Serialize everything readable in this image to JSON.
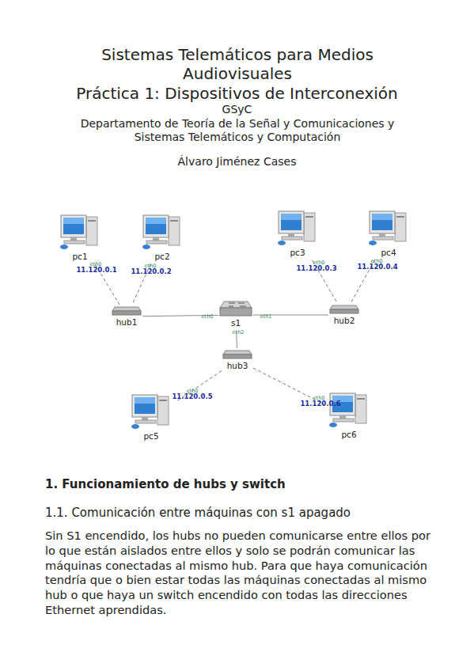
{
  "diagram": {
    "title": "Sistemas Telemáticos para Medios Audiovisuales",
    "nodes": [
      {
        "text": [
          "pc1"
        ]
      },
      {
        "text": [
          "pc2"
        ]
      },
      {
        "text": [
          "pc3"
        ]
      },
      {
        "text": [
          "pc4"
        ]
      },
      {
        "text": [
          "hub1"
        ]
      },
      {
        "text": [
          "s1"
        ]
      },
      {
        "text": [
          "hub2"
        ]
      },
      {
        "text": [
          "hub3"
        ]
      },
      {
        "text": [
          "pc5"
        ]
      },
      {
        "text": [
          "pc6"
        ]
      }
    ],
    "edges": [
      {
        "from": 0,
        "to": 4,
        "arrow": "none",
        "label": "11.120.0.1"
      },
      {
        "from": 1,
        "to": 4,
        "arrow": "none",
        "label": "11.120.0.2"
      },
      {
        "from": 4,
        "to": 5,
        "arrow": "none",
        "label": "eth0"
      },
      {
        "from": 5,
        "to": 6,
        "arrow": "none",
        "label": "eth1"
      },
      {
        "from": 2,
        "to": 6,
        "arrow": "none",
        "label": "11.120.0.3"
      },
      {
        "from": 3,
        "to": 6,
        "arrow": "none",
        "label": "11.120.0.4"
      },
      {
        "from": 5,
        "to": 7,
        "arrow": "none",
        "label": "eth2"
      },
      {
        "from": 7,
        "to": 8,
        "arrow": "none",
        "label": "11.120.0.5"
      },
      {
        "from": 7,
        "to": 9,
        "arrow": "none",
        "label": "11.120.0.6"
      }
    ],
    "labels": [
      "Práctica 1: Dispositivos de Interconexión",
      "GSyC",
      "Departamento de Teoría de la Señal y Comunicaciones y Sistemas Telemáticos y Computación",
      "Álvaro Jiménez Cases",
      "eth0",
      "eth0",
      "eth0",
      "eth0",
      "eth0",
      "eth0",
      "1. Funcionamiento de hubs y switch",
      "1.1. Comunicación entre máquinas con s1 apagado",
      "Sin S1 encendido, los hubs no pueden comunicarse entre ellos por lo que están aislados entre ellos y solo se podrán comunicar las máquinas conectadas al mismo hub. Para que haya comunicación tendría que o bien estar todas las máquinas conectadas al mismo hub o que haya un switch encendido con todas las direcciones Ethernet aprendidas."
    ]
  }
}
